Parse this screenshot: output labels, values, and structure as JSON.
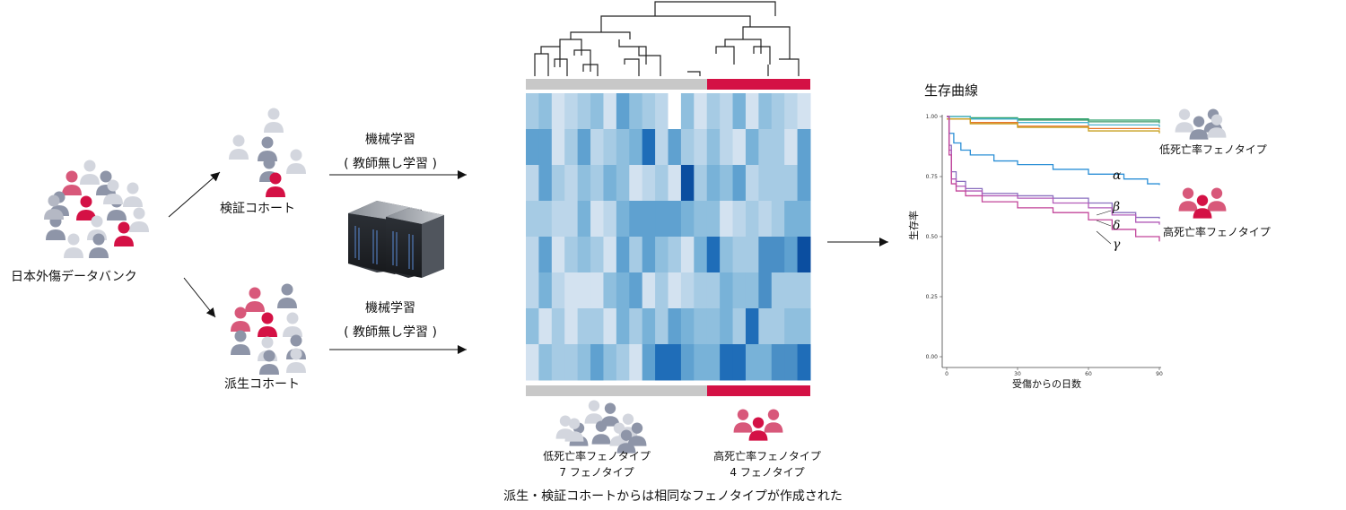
{
  "left": {
    "databank_label": "日本外傷データバンク",
    "validation_label": "検証コホート",
    "derivation_label": "派生コホート"
  },
  "ml": {
    "line1": "機械学習",
    "line2": "( 教師無し学習 )"
  },
  "heatmap": {
    "low_group_label_1": "低死亡率フェノタイプ",
    "low_group_label_2": "7 フェノタイプ",
    "high_group_label_1": "高死亡率フェノタイプ",
    "high_group_label_2": "4 フェノタイプ",
    "caption": "派生・検証コホートからは相同なフェノタイプが作成された",
    "colors": {
      "low": "#c8c8c8",
      "high": "#d41145"
    }
  },
  "survival": {
    "title": "生存曲線",
    "legend_low": "低死亡率フェノタイプ",
    "legend_high": "高死亡率フェノタイプ",
    "greek": [
      "α",
      "β",
      "δ",
      "γ"
    ]
  },
  "chart_data": {
    "type": "line",
    "title": "生存曲線",
    "xlabel": "受傷からの日数",
    "ylabel": "生存率",
    "xlim": [
      0,
      90
    ],
    "ylim": [
      0,
      1
    ],
    "x_ticks": [
      "0",
      "30",
      "60",
      "90"
    ],
    "y_ticks": [
      "0.00",
      "0.25",
      "0.50",
      "0.75",
      "1.00"
    ],
    "grid": false,
    "series": [
      {
        "name": "",
        "color": "#2aa06a",
        "x": [
          0,
          10,
          30,
          60,
          90
        ],
        "y": [
          1.0,
          0.995,
          0.99,
          0.985,
          0.98
        ]
      },
      {
        "name": "",
        "color": "#3a9a6a",
        "x": [
          0,
          10,
          30,
          60,
          90
        ],
        "y": [
          1.0,
          0.99,
          0.985,
          0.978,
          0.972
        ]
      },
      {
        "name": "",
        "color": "#4db3d0",
        "x": [
          0,
          10,
          30,
          60,
          90
        ],
        "y": [
          1.0,
          0.99,
          0.975,
          0.965,
          0.955
        ]
      },
      {
        "name": "",
        "color": "#e8752a",
        "x": [
          0,
          10,
          30,
          60,
          90
        ],
        "y": [
          0.99,
          0.975,
          0.96,
          0.95,
          0.945
        ]
      },
      {
        "name": "",
        "color": "#c8a020",
        "x": [
          0,
          10,
          30,
          60,
          90
        ],
        "y": [
          0.99,
          0.97,
          0.955,
          0.94,
          0.93
        ]
      },
      {
        "name": "",
        "color": "#2b8fd6",
        "x": [
          0,
          1,
          3,
          6,
          10,
          20,
          30,
          45,
          60,
          75,
          85,
          90
        ],
        "y": [
          1.0,
          0.93,
          0.89,
          0.86,
          0.84,
          0.815,
          0.8,
          0.78,
          0.76,
          0.74,
          0.72,
          0.715
        ]
      },
      {
        "name": "",
        "color": "#8a6fbf",
        "x": [
          0,
          1,
          2,
          4,
          8,
          15,
          30,
          45,
          60,
          70,
          80,
          90
        ],
        "y": [
          1.0,
          0.88,
          0.77,
          0.73,
          0.7,
          0.68,
          0.67,
          0.66,
          0.64,
          0.6,
          0.58,
          0.575
        ]
      },
      {
        "name": "",
        "color": "#b25bb8",
        "x": [
          0,
          1,
          2,
          4,
          8,
          15,
          30,
          45,
          60,
          70,
          80,
          90
        ],
        "y": [
          1.0,
          0.86,
          0.74,
          0.71,
          0.69,
          0.67,
          0.66,
          0.64,
          0.62,
          0.59,
          0.56,
          0.55
        ]
      },
      {
        "name": "",
        "color": "#c2459a",
        "x": [
          0,
          1,
          2,
          4,
          8,
          15,
          30,
          45,
          60,
          70,
          80,
          90
        ],
        "y": [
          1.0,
          0.84,
          0.72,
          0.69,
          0.67,
          0.645,
          0.62,
          0.6,
          0.57,
          0.53,
          0.5,
          0.48
        ]
      }
    ]
  }
}
